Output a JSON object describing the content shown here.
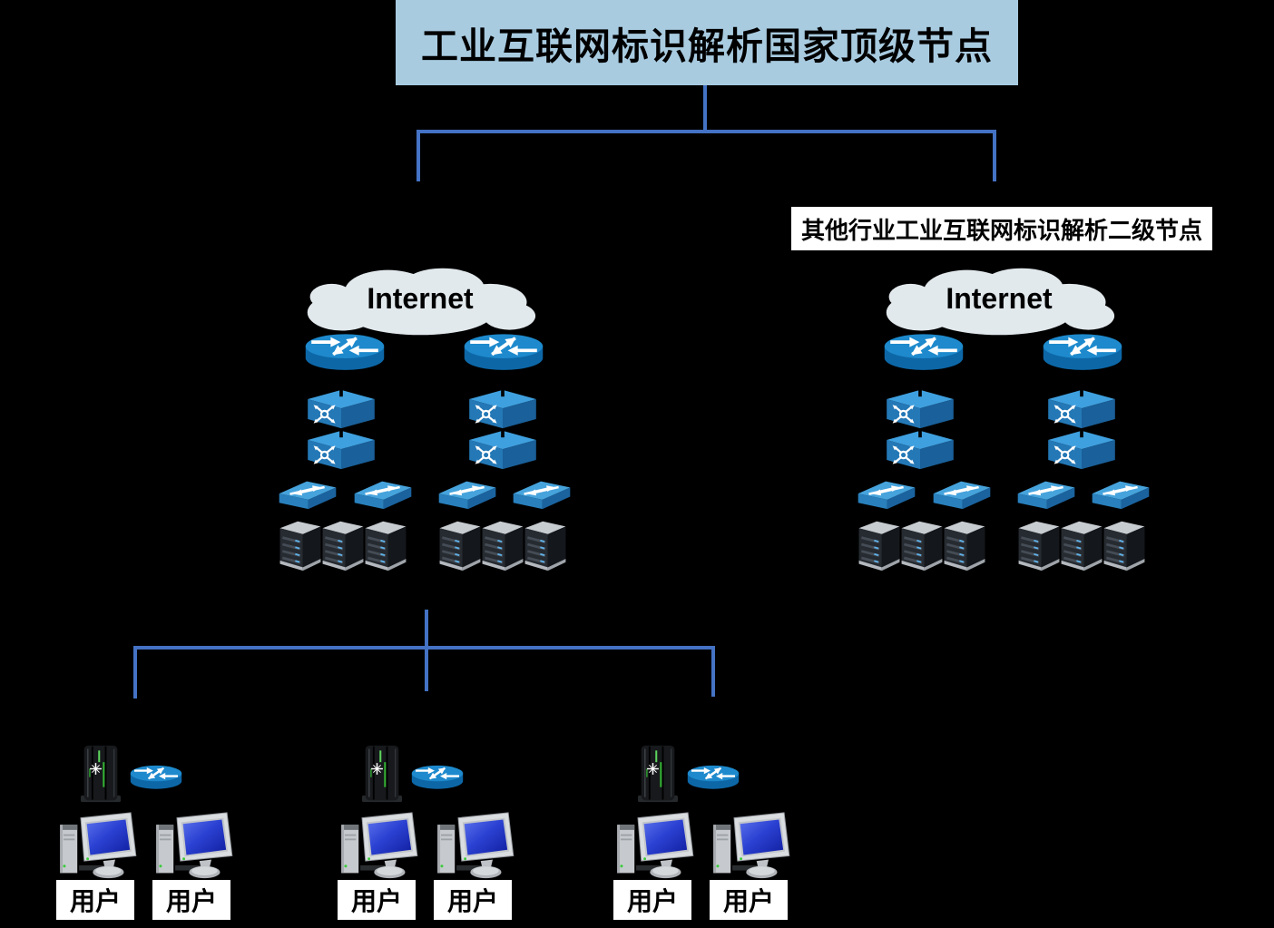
{
  "title_banner": {
    "text": "工业互联网标识解析国家顶级节点",
    "bg_color": "#A8CBE0"
  },
  "secondary_node_label": {
    "text": "其他行业工业互联网标识解析二级节点",
    "bg_color": "#FFFFFF"
  },
  "clusters": [
    {
      "id": "national-top-level-node-network",
      "cloud_label": "Internet",
      "router_count": 2,
      "l3_switch_count": 4,
      "switch_count": 4,
      "server_count": 6
    },
    {
      "id": "industry-secondary-node-network",
      "cloud_label": "Internet",
      "router_count": 2,
      "l3_switch_count": 4,
      "switch_count": 4,
      "server_count": 6
    }
  ],
  "user_groups": [
    {
      "id": "user-group-1",
      "labels": [
        "用户",
        "用户"
      ]
    },
    {
      "id": "user-group-2",
      "labels": [
        "用户",
        "用户"
      ]
    },
    {
      "id": "user-group-3",
      "labels": [
        "用户",
        "用户"
      ]
    }
  ],
  "colors": {
    "background": "#000000",
    "connector_line": "#4472C4",
    "banner_bg": "#A8CBE0",
    "cloud_fill": "#E2E9ED",
    "device_blue": "#2478B6",
    "router_blue": "#1E8ACD",
    "label_bg": "#FFFFFF",
    "text": "#000000"
  },
  "icons": {
    "cloud": "internet-cloud",
    "router": "router-icon",
    "l3_switch": "multilayer-switch-icon",
    "switch": "workgroup-switch-icon",
    "server": "rack-server-icon",
    "tower_server": "tower-server-icon",
    "desktop": "desktop-computer-icon"
  }
}
